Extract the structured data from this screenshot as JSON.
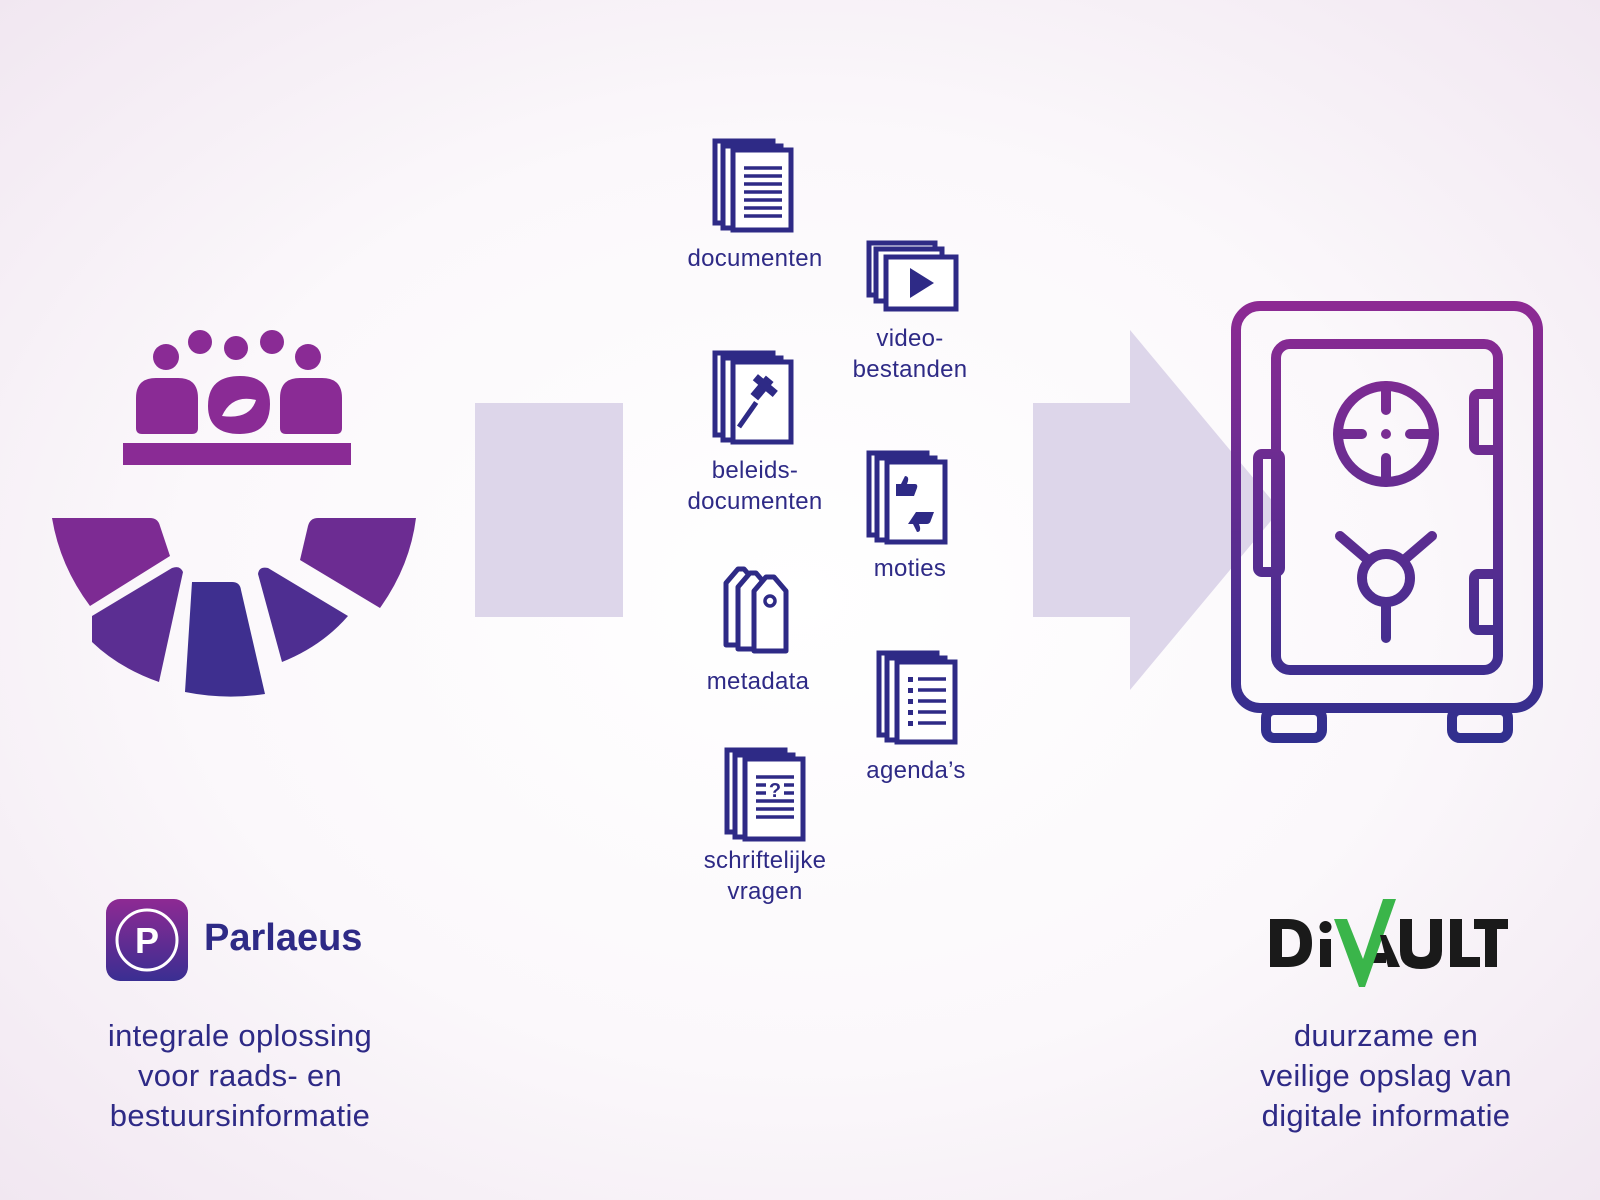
{
  "left": {
    "brand_name": "Parlaeus",
    "caption": "integrale oplossing\nvoor raads- en\nbestuursinformatie"
  },
  "middle": {
    "items": [
      {
        "id": "documenten",
        "label": "documenten"
      },
      {
        "id": "video",
        "label": "video-\nbestanden"
      },
      {
        "id": "beleid",
        "label": "beleids-\ndocumenten"
      },
      {
        "id": "moties",
        "label": "moties"
      },
      {
        "id": "metadata",
        "label": "metadata"
      },
      {
        "id": "agendas",
        "label": "agenda’s"
      },
      {
        "id": "vragen",
        "label": "schriftelijke\nvragen"
      }
    ]
  },
  "right": {
    "caption": "duurzame en\nveilige opslag van\ndigitale informatie"
  },
  "colors": {
    "primary_dark": "#2e2a86",
    "purple": "#8a2b95",
    "arrow_lavender": "#ddd6ea",
    "divault_green": "#3ab54a"
  }
}
